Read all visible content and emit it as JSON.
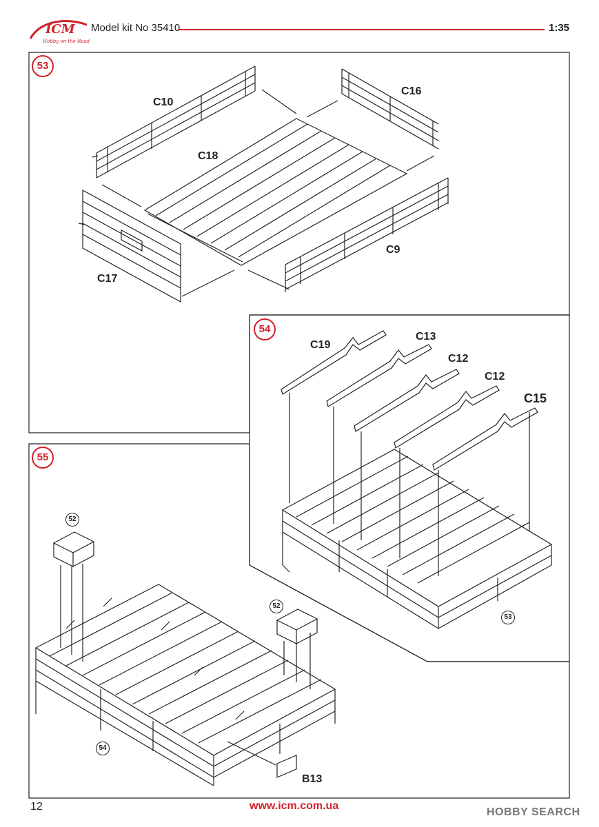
{
  "header": {
    "logo_text": "ICM",
    "logo_tagline": "Hobby on the Road",
    "model_kit": "Model kit No 35410",
    "scale": "1:35"
  },
  "steps": [
    {
      "number": "53",
      "parts": [
        "C10",
        "C16",
        "C18",
        "C17",
        "C9"
      ]
    },
    {
      "number": "54",
      "parts": [
        "C19",
        "C13",
        "C12",
        "C12",
        "C15"
      ],
      "ref": "53"
    },
    {
      "number": "55",
      "parts": [
        "B13"
      ],
      "refs": [
        "52",
        "52",
        "54"
      ]
    }
  ],
  "footer": {
    "page_number": "12",
    "url": "www.icm.com.ua",
    "watermark": "HOBBY SEARCH"
  },
  "colors": {
    "accent": "#d0202a",
    "line": "#222222"
  }
}
